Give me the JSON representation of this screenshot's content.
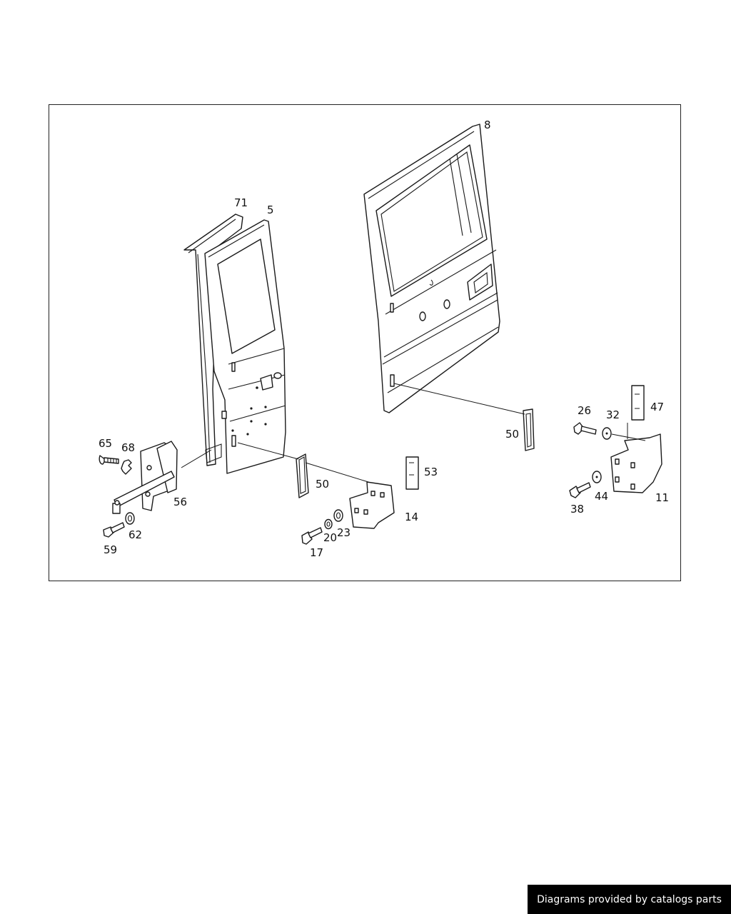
{
  "diagram": {
    "callouts": {
      "c8": "8",
      "c71": "71",
      "c5": "5",
      "c65": "65",
      "c68": "68",
      "c56": "56",
      "c59": "59",
      "c62": "62",
      "c50a": "50",
      "c53": "53",
      "c14": "14",
      "c17": "17",
      "c20": "20",
      "c23": "23",
      "c50b": "50",
      "c26": "26",
      "c32": "32",
      "c47": "47",
      "c38": "38",
      "c44": "44",
      "c11": "11"
    }
  },
  "footer": {
    "text": "Diagrams provided by catalogs parts"
  }
}
